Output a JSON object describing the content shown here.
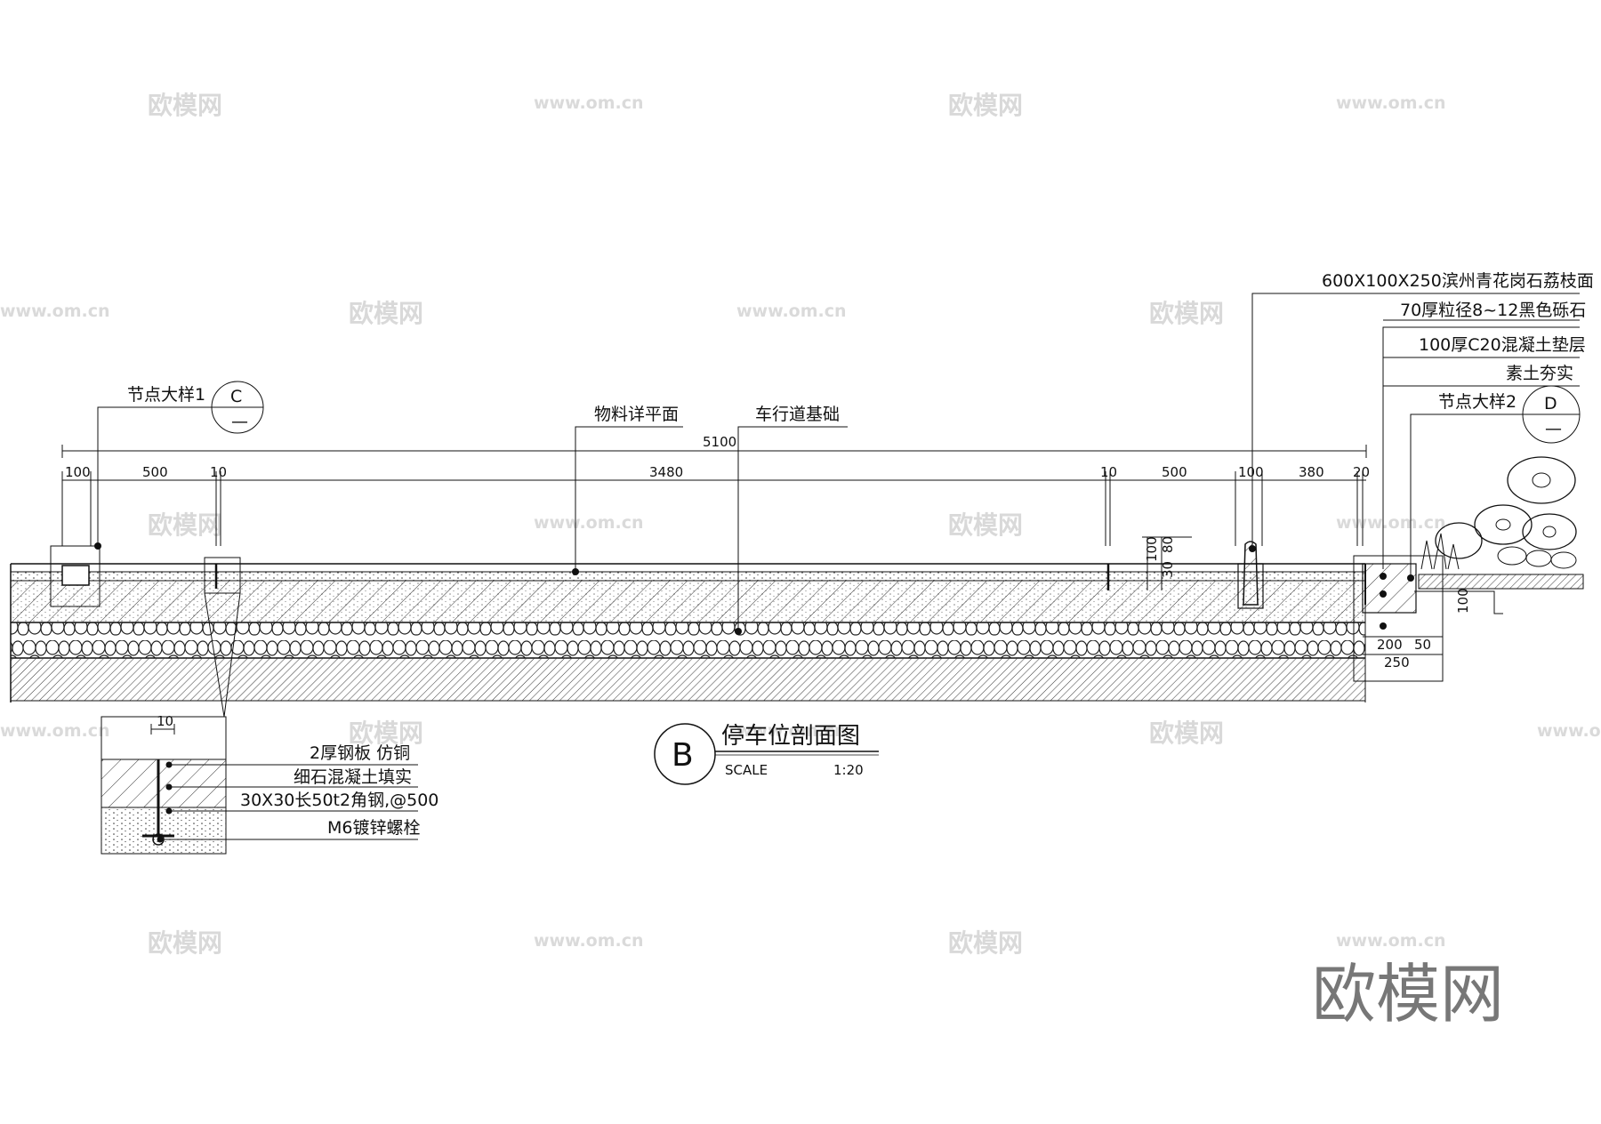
{
  "title": "停车位剖面图",
  "section_mark": "B",
  "scale_label": "SCALE",
  "scale_value": "1:20",
  "detail_left": {
    "label": "节点大样1",
    "mark": "C",
    "sub": "—"
  },
  "detail_right": {
    "label": "节点大样2",
    "mark": "D",
    "sub": "—"
  },
  "callouts_mid": {
    "material": "物料详平面",
    "base": "车行道基础"
  },
  "callouts_right": [
    "600X100X250滨州青花岗石荔枝面",
    "70厚粒径8~12黑色砾石",
    "100厚C20混凝土垫层",
    "素土夯实"
  ],
  "callouts_inset": [
    "2厚钢板 仿铜",
    "细石混凝土填实",
    "30X30长50t2角钢,@500",
    "M6镀锌螺栓"
  ],
  "dims_total": "5100",
  "dims_row": [
    "100",
    "500",
    "10",
    "3480",
    "10",
    "500",
    "100",
    "380",
    "20"
  ],
  "dims_right_vertical": [
    "100",
    "30",
    "80"
  ],
  "dims_right_bottom": [
    "200",
    "50",
    "250"
  ],
  "dims_right_side": [
    "100"
  ],
  "dims_inset": "10",
  "watermark_text": "欧模网",
  "watermark_url": "www.om.cn",
  "logo_text": "欧模网"
}
